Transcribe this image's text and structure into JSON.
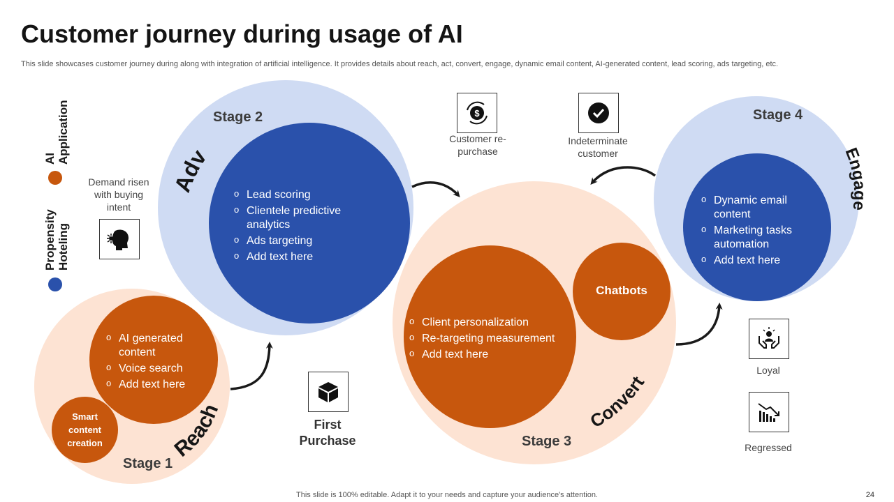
{
  "header": {
    "title": "Customer journey during usage of AI",
    "subtitle": "This slide showcases customer journey during along with integration of artificial intelligence. It provides details about reach, act,  convert,  engage, dynamic email content, AI-generated content, lead scoring, ads targeting, etc."
  },
  "legend": {
    "items": [
      {
        "label": "AI Application",
        "color": "#c7570d"
      },
      {
        "label": "Propensity Hoteling",
        "color": "#2a51ab"
      }
    ]
  },
  "stages": {
    "stage1": {
      "label": "Stage 1",
      "curved_word": "Reach",
      "bullets": [
        "AI generated content",
        "Voice search",
        "Add text here"
      ],
      "inner_label": "Smart content creation"
    },
    "stage2": {
      "label": "Stage 2",
      "curved_word": "Adv",
      "bullets": [
        "Lead scoring",
        "Clientele predictive analytics",
        "Ads targeting",
        "Add text here"
      ]
    },
    "stage3": {
      "label": "Stage 3",
      "curved_word": "Convert",
      "bullets": [
        "Client personalization",
        "Re-targeting measurement",
        "Add text here"
      ],
      "inner_label": "Chatbots"
    },
    "stage4": {
      "label": "Stage 4",
      "curved_word": "Engage",
      "bullets": [
        "Dynamic email content",
        "Marketing tasks automation",
        "Add text here"
      ]
    }
  },
  "icons": {
    "demand": {
      "icon": "head-idea-icon",
      "caption": "Demand risen with buying intent"
    },
    "first_purchase": {
      "icon": "box-icon",
      "caption": "First Purchase"
    },
    "repurchase": {
      "icon": "dollar-cycle-icon",
      "caption": "Customer re-purchase"
    },
    "indeterminate": {
      "icon": "check-circle-icon",
      "caption": "Indeterminate customer"
    },
    "loyal": {
      "icon": "hands-people-icon",
      "caption": "Loyal"
    },
    "regressed": {
      "icon": "decline-chart-icon",
      "caption": "Regressed"
    }
  },
  "colors": {
    "blue": "#2a51ab",
    "pale_blue": "#cfdbf3",
    "orange": "#c7570d",
    "pale_orange": "#fde3d3"
  },
  "footer": {
    "note": "This slide is 100% editable. Adapt it to your needs and capture your audience's attention.",
    "page_number": "24"
  }
}
